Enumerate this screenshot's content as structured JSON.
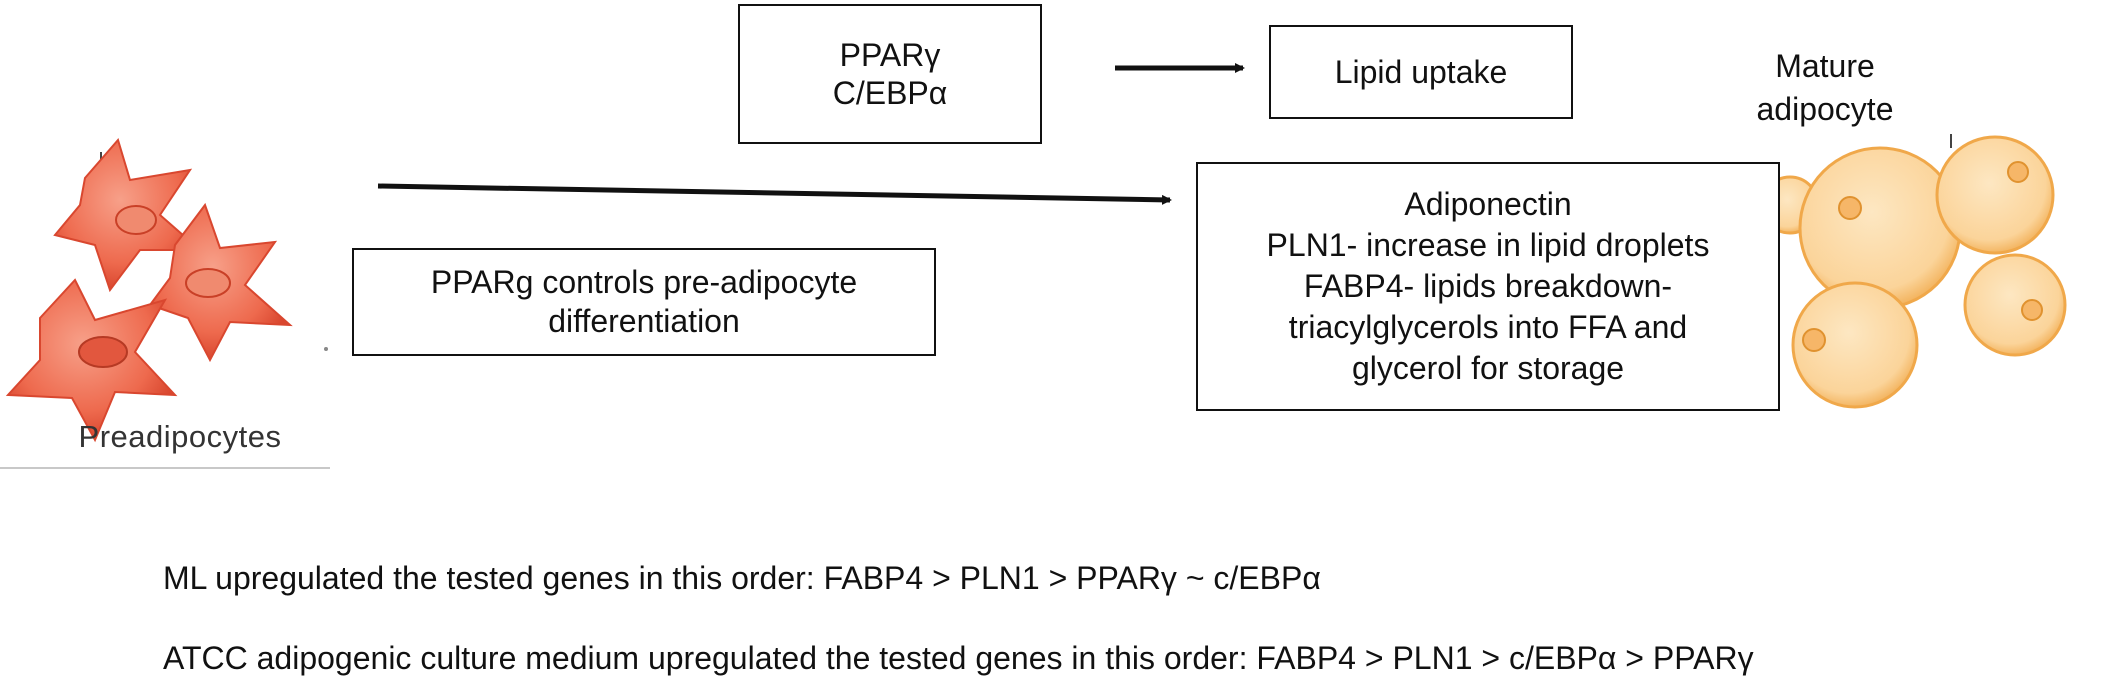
{
  "diagram": {
    "box_transcription_factors": {
      "lines": [
        "PPARγ",
        "C/EBPα"
      ]
    },
    "box_lipid_uptake": {
      "label": "Lipid uptake"
    },
    "box_markers": {
      "lines": [
        "Adiponectin",
        "PLN1- increase in lipid droplets",
        "FABP4- lipids breakdown-",
        "triacylglycerols into FFA and",
        "glycerol for storage"
      ]
    },
    "box_differentiation": {
      "lines": [
        "PPARg controls pre-adipocyte",
        "differentiation"
      ]
    },
    "mature_label": {
      "lines": [
        "Mature",
        "adipocyte"
      ]
    },
    "preadipocytes_label": "Preadipocytes"
  },
  "summary": [
    "ML upregulated the tested genes in this order: FABP4 > PLN1 > PPARγ ~ c/EBPα",
    "ATCC adipogenic culture medium upregulated the tested genes in this order: FABP4 > PLN1 > c/EBPα > PPARγ"
  ],
  "colors": {
    "preadipocyte_fill": "#ee6a4e",
    "preadipocyte_dark": "#d9472f",
    "adipocyte_fill": "#fbd49a",
    "adipocyte_edge": "#f0a84a",
    "arrow": "#111111"
  }
}
